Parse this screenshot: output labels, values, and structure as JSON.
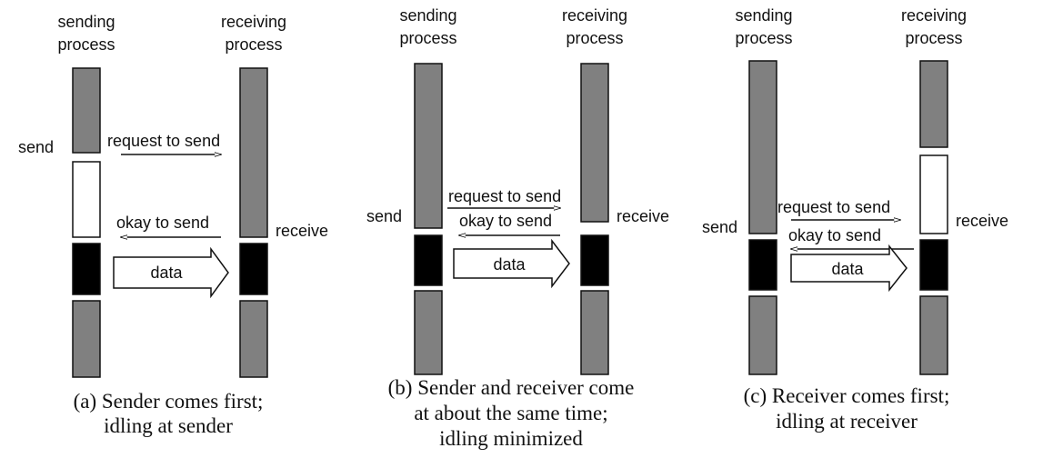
{
  "colors": {
    "idle_bar": "#808080",
    "comm_bar": "#000000",
    "wait_bar": "#ffffff",
    "stroke": "#111111"
  },
  "panels": {
    "a": {
      "sender_title": [
        "sending",
        "process"
      ],
      "receiver_title": [
        "receiving",
        "process"
      ],
      "send_label": "send",
      "receive_label": "receive",
      "msg_request": "request to send",
      "msg_okay": "okay to send",
      "msg_data": "data",
      "caption": [
        "(a) Sender comes first;",
        "idling at sender"
      ]
    },
    "b": {
      "sender_title": [
        "sending",
        "process"
      ],
      "receiver_title": [
        "receiving",
        "process"
      ],
      "send_label": "send",
      "receive_label": "receive",
      "msg_request": "request to send",
      "msg_okay": "okay to send",
      "msg_data": "data",
      "caption": [
        "(b) Sender and receiver come",
        "at about the same time;",
        "idling minimized"
      ]
    },
    "c": {
      "sender_title": [
        "sending",
        "process"
      ],
      "receiver_title": [
        "receiving",
        "process"
      ],
      "send_label": "send",
      "receive_label": "receive",
      "msg_request": "request to send",
      "msg_okay": "okay to send",
      "msg_data": "data",
      "caption": [
        "(c) Receiver comes first;",
        "idling at receiver"
      ]
    }
  }
}
